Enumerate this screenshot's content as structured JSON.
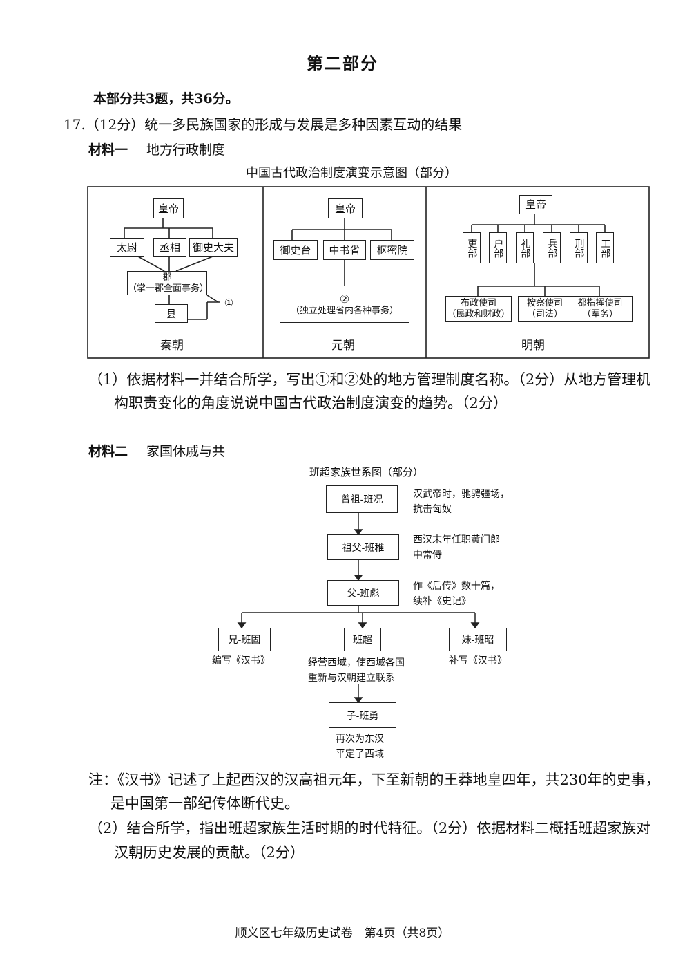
{
  "section_title": "第二部分",
  "intro": "本部分共3题，共36分。",
  "q17": {
    "stem": "17.（12分）统一多民族国家的形成与发展是多种因素互动的结果",
    "material1_label": "材料一",
    "material1_title": "地方行政制度",
    "diagram_title": "中国古代政治制度演变示意图（部分）",
    "qin": {
      "emperor": "皇帝",
      "officials": [
        "太尉",
        "丞相",
        "御史大夫"
      ],
      "jun_line1": "郡",
      "jun_line2": "（掌一郡全面事务）",
      "xian": "县",
      "circle1": "①",
      "caption": "秦朝"
    },
    "yuan": {
      "emperor": "皇帝",
      "officials": [
        "御史台",
        "中书省",
        "枢密院"
      ],
      "circle2": "②",
      "desc": "（独立处理省内各种事务）",
      "caption": "元朝"
    },
    "ming": {
      "emperor": "皇帝",
      "ministries": [
        "吏部",
        "户部",
        "礼部",
        "兵部",
        "刑部",
        "工部"
      ],
      "offices": [
        {
          "name": "布政使司",
          "role": "（民政和财政）"
        },
        {
          "name": "按察使司",
          "role": "（司法）"
        },
        {
          "name": "都指挥使司",
          "role": "（军务）"
        }
      ],
      "caption": "明朝"
    },
    "sub1_line1": "（1）依据材料一并结合所学，写出①和②处的地方管理制度名称。（2分）从地方管理机",
    "sub1_line2": "构职责变化的角度说说中国古代政治制度演变的趋势。（2分）",
    "material2_label": "材料二",
    "material2_title": "家国休戚与共",
    "family": {
      "title": "班超家族世系图（部分）",
      "great_grandfather": "曾祖-班况",
      "great_grandfather_note": [
        "汉武帝时，驰骋疆场，",
        "抗击匈奴"
      ],
      "grandfather": "祖父-班稚",
      "grandfather_note": [
        "西汉末年任职黄门郎",
        "中常侍"
      ],
      "father": "父-班彪",
      "father_note": [
        "作《后传》数十篇，",
        "续补《史记》"
      ],
      "brother": "兄-班固",
      "brother_note": "编写《汉书》",
      "self": "班超",
      "self_note": [
        "经营西域，使西域各国",
        "重新与汉朝建立联系"
      ],
      "sister": "妹-班昭",
      "sister_note": "补写《汉书》",
      "son": "子-班勇",
      "son_note": [
        "再次为东汉",
        "平定了西域"
      ]
    },
    "note_line1": "注：《汉书》记述了上起西汉的汉高祖元年，下至新朝的王莽地皇四年，共230年的史事，",
    "note_line2": "是中国第一部纪传体断代史。",
    "sub2_line1": "（2）结合所学，指出班超家族生活时期的时代特征。（2分）依据材料二概括班超家族对",
    "sub2_line2": "汉朝历史发展的贡献。（2分）"
  },
  "footer": "顺义区七年级历史试卷　第4页（共8页）"
}
